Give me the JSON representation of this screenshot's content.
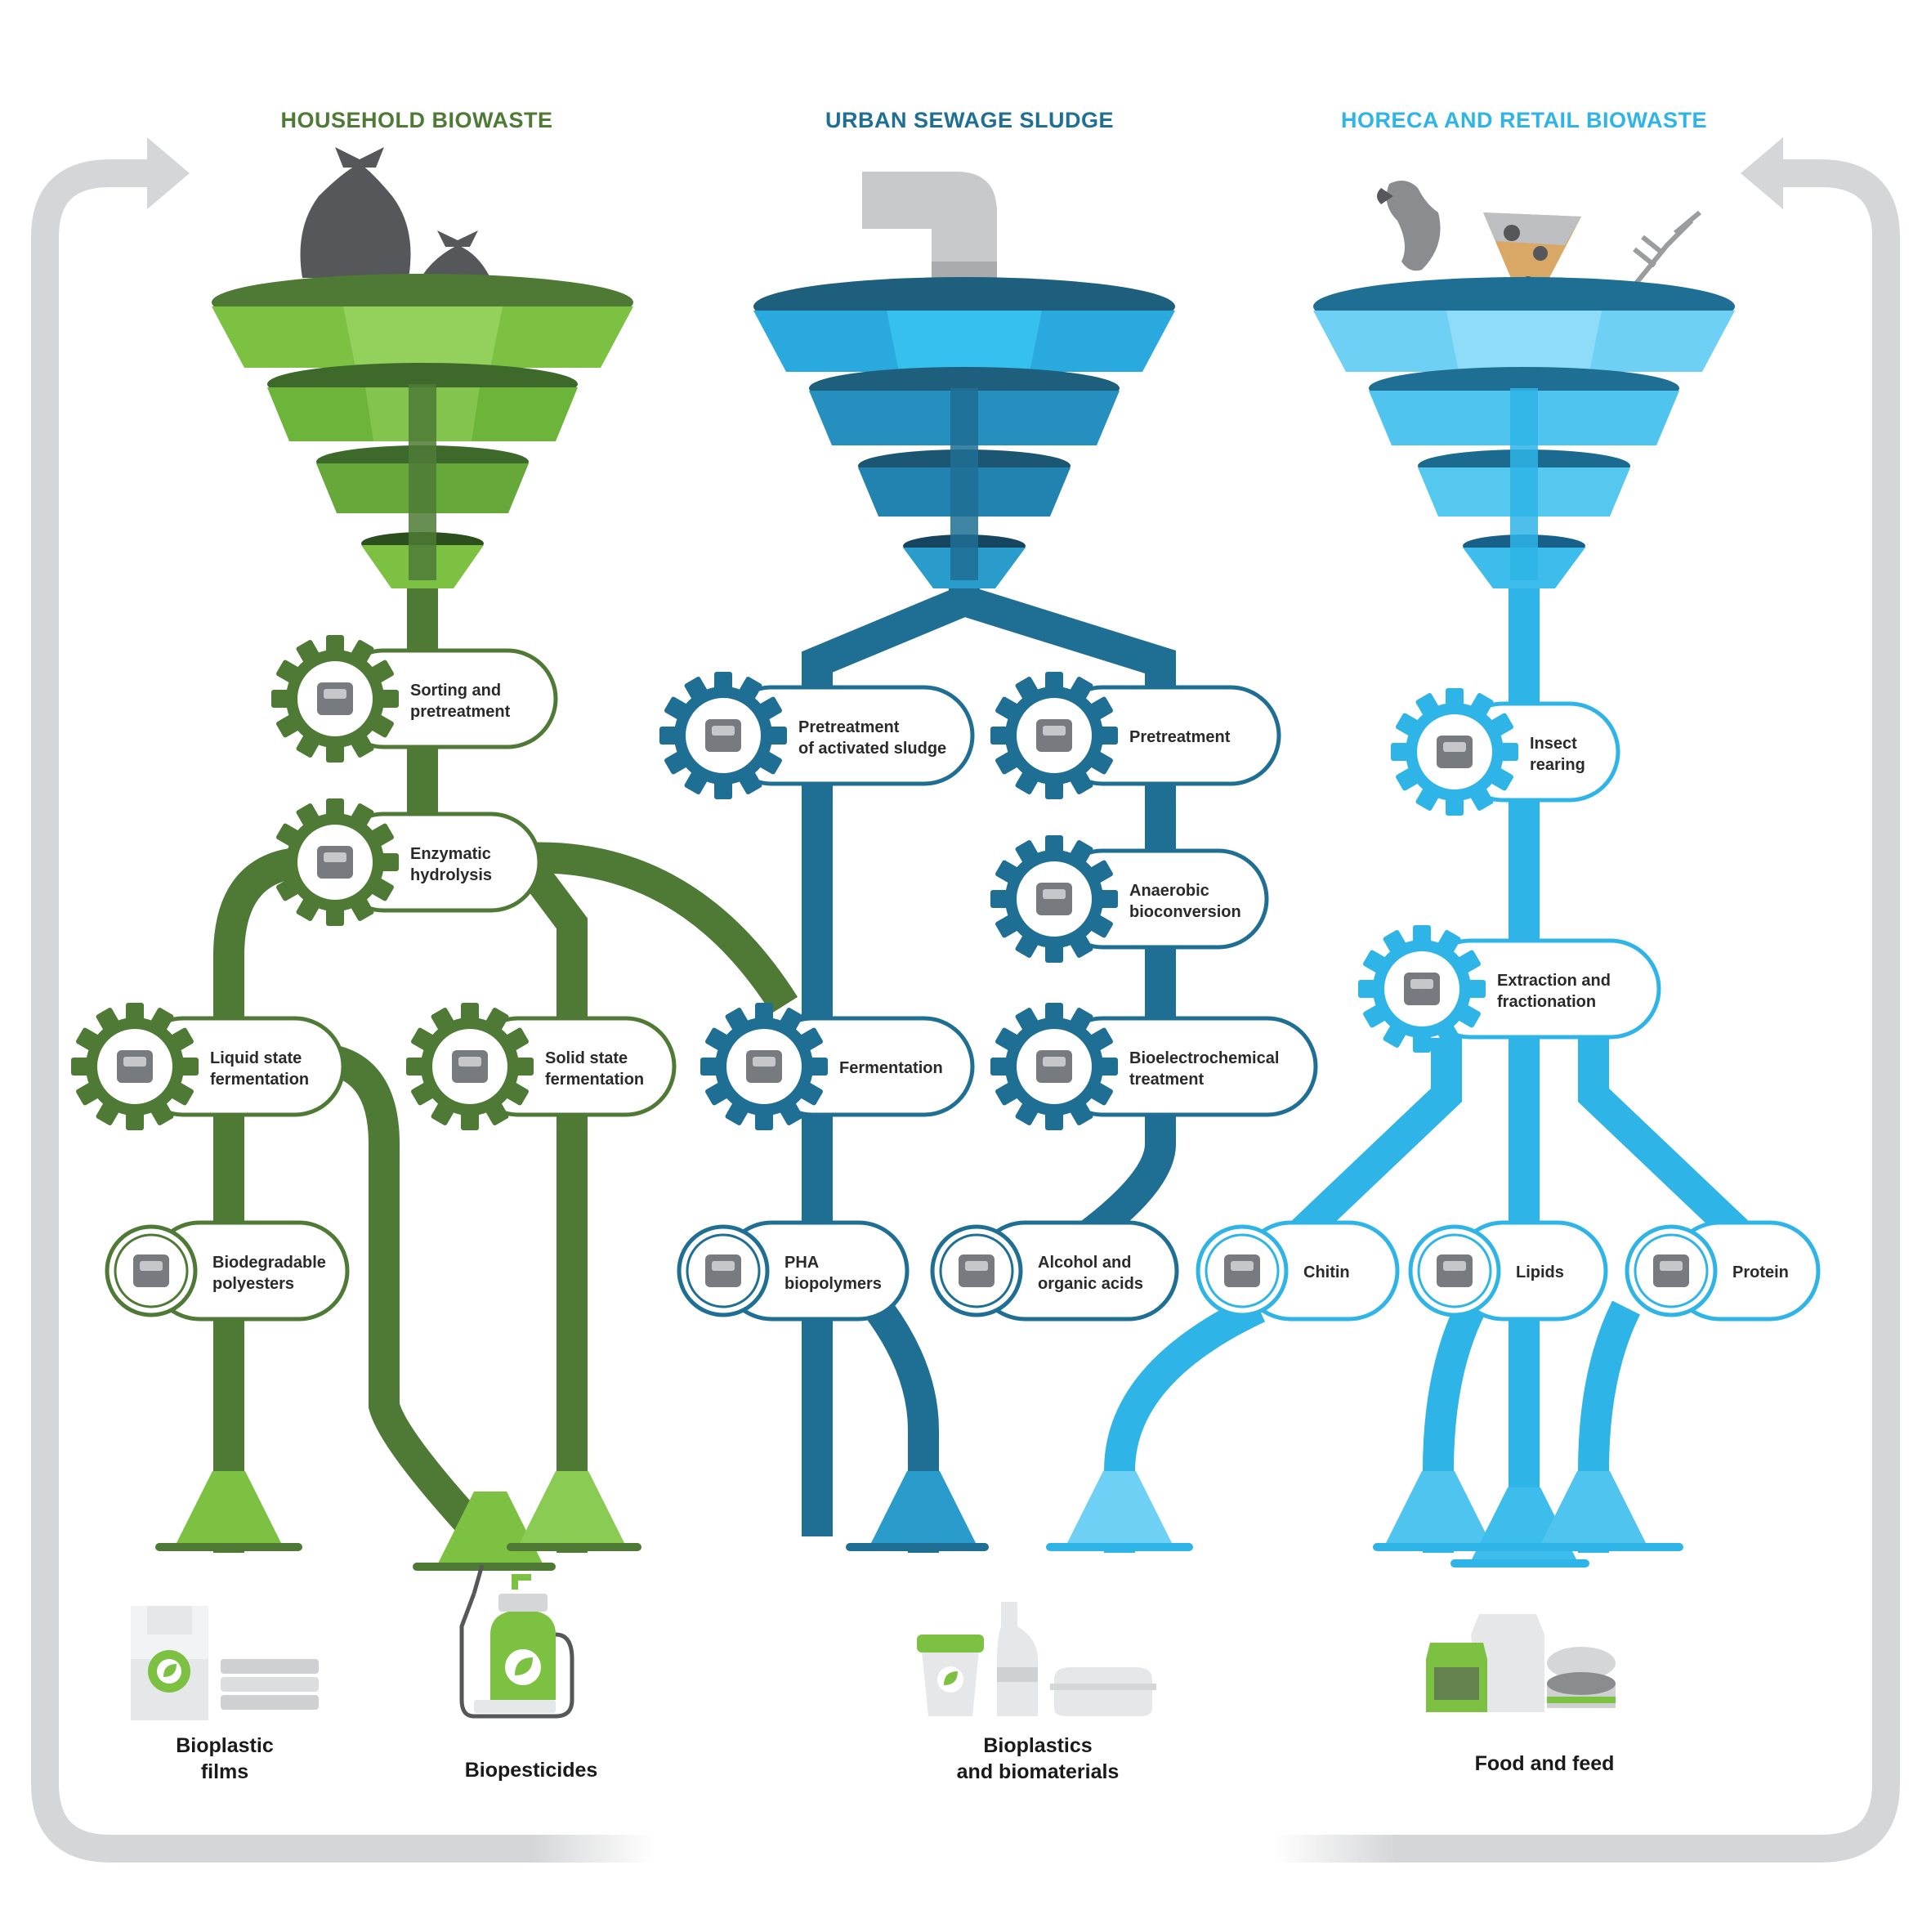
{
  "titles": {
    "household": "HOUSEHOLD BIOWASTE",
    "sewage": "URBAN SEWAGE SLUDGE",
    "horeca": "HORECA AND RETAIL BIOWASTE"
  },
  "colors": {
    "green_dark": "#4e7a36",
    "green_light": "#7cc142",
    "teal_dark": "#1f6f94",
    "teal_mid": "#2a9ccc",
    "sky": "#2eb4e6",
    "sky_light": "#6fd0f5",
    "grey_loop": "#d5d6d8",
    "icon_grey": "#777b80"
  },
  "household": {
    "step1": {
      "line1": "Sorting and",
      "line2": "pretreatment",
      "icon": "sorting-arrows-icon"
    },
    "step2": {
      "line1": "Enzymatic",
      "line2": "hydrolysis",
      "icon": "enzyme-molecule-icon"
    },
    "step3": {
      "line1": "Liquid state",
      "line2": "fermentation",
      "icon": "liquid-jar-icon"
    },
    "step4": {
      "line1": "Solid state",
      "line2": "fermentation",
      "icon": "solid-jar-icon"
    },
    "product": {
      "line1": "Biodegradable",
      "line2": "polyesters",
      "icon": "pellets-icon"
    }
  },
  "sewage": {
    "step1": {
      "line1": "Pretreatment",
      "line2": "of activated sludge",
      "icon": "sludge-tray-icon"
    },
    "step2": {
      "line1": "Pretreatment",
      "line2": "",
      "icon": "digester-icon"
    },
    "step3": {
      "line1": "Anaerobic",
      "line2": "bioconversion",
      "icon": "gas-cylinder-icon"
    },
    "step4": {
      "line1": "Fermentation",
      "line2": "",
      "icon": "bioreactor-icon"
    },
    "step5": {
      "line1": "Bioelectrochemical",
      "line2": "treatment",
      "icon": "battery-icon"
    },
    "product1": {
      "line1": "PHA",
      "line2": "biopolymers",
      "icon": "pellets-icon"
    },
    "product2": {
      "line1": "Alcohol and",
      "line2": "organic acids",
      "icon": "droplets-icon"
    }
  },
  "horeca": {
    "step1": {
      "line1": "Insect",
      "line2": "rearing",
      "icon": "fly-icon"
    },
    "step2": {
      "line1": "Extraction and",
      "line2": "fractionation",
      "icon": "fraction-pie-icon"
    },
    "product1": {
      "line1": "Chitin",
      "line2": "",
      "icon": "shells-icon"
    },
    "product2": {
      "line1": "Lipids",
      "line2": "",
      "icon": "oil-drops-icon"
    },
    "product3": {
      "line1": "Protein",
      "line2": "",
      "icon": "protein-jar-icon"
    }
  },
  "outputs": {
    "films": {
      "line1": "Bioplastic",
      "line2": "films"
    },
    "pesticides": {
      "line1": "Biopesticides"
    },
    "bioplastics": {
      "line1": "Bioplastics",
      "line2": "and biomaterials"
    },
    "food": {
      "line1": "Food and feed"
    }
  }
}
